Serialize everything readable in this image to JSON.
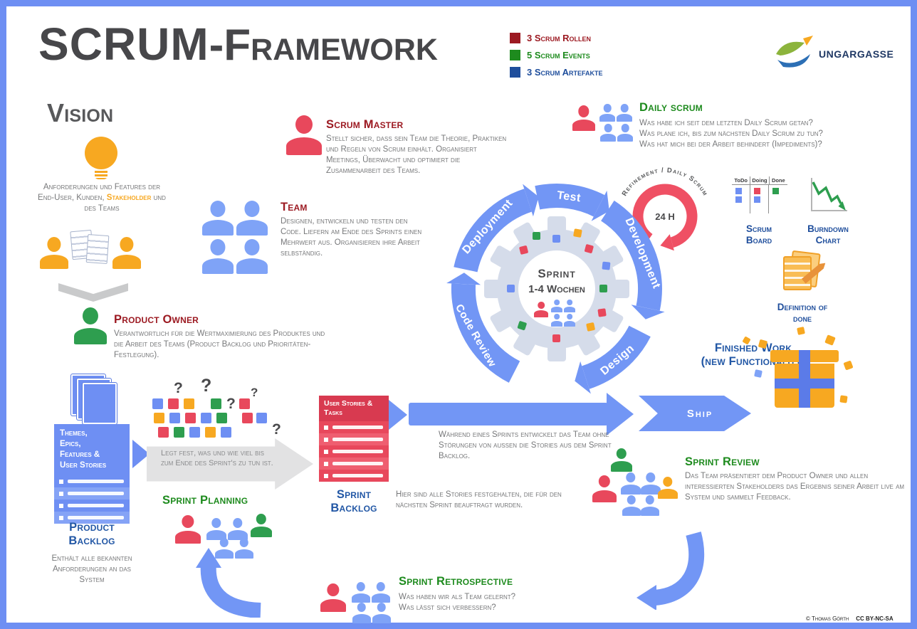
{
  "header": {
    "title_main": "SCRUM",
    "title_sub": "-Framework",
    "legend": [
      {
        "label": "3 Scrum Rollen",
        "color": "#9C1A22"
      },
      {
        "label": "5 Scrum Events",
        "color": "#1E8B1E"
      },
      {
        "label": "3 Scrum Artefakte",
        "color": "#1F4E9C"
      }
    ],
    "logo_text": "UNGARGASSE"
  },
  "vision": {
    "title": "Vision",
    "text_pre": "Anforderungen und Features der End-User, Kunden, ",
    "text_em": "Stakeholder",
    "text_post": " und des Teams"
  },
  "roles": {
    "product_owner": {
      "title": "Product Owner",
      "text": "Verantwortlich für die Wertmaximierung des Produktes und die Arbeit des Teams (Product Backlog und Prioritäten-Festlegung)."
    },
    "scrum_master": {
      "title": "Scrum Master",
      "text": "Stellt sicher, dass sein Team die Theorie, Praktiken und Regeln von Scrum einhält. Organisiert Meetings, Überwacht und optimiert die Zusammenarbeit des Teams."
    },
    "team": {
      "title": "Team",
      "text": "Designen, entwickeln und testen den Code. Liefern am Ende des Sprints einen Mehrwert aus. Organisieren ihre Arbeit selbständig."
    }
  },
  "daily_scrum": {
    "title": "Daily scrum",
    "q1": "Was habe ich seit dem letzten Daily Scrum getan?",
    "q2": "Was plane ich, bis zum nächsten Daily Scrum zu tun?",
    "q3": "Was hat mich bei der Arbeit behindert (Impediments)?"
  },
  "refinement": {
    "arc_label": "Refinement / Daily Scrum",
    "center_label": "24 H"
  },
  "scrum_board": {
    "columns": [
      "ToDo",
      "Doing",
      "Done"
    ],
    "label": "Scrum Board"
  },
  "burndown": {
    "label": "Burndown Chart"
  },
  "definition_of_done": {
    "label": "Definition of done"
  },
  "sprint_cycle": {
    "phases": [
      "Deployment",
      "Test",
      "Development",
      "Design",
      "Code Review"
    ],
    "center_line1": "Sprint",
    "center_line2": "1-4 Wochen"
  },
  "flow": {
    "sprint_text": "Während eines Sprints entwickelt das Team ohne Störungen von aussen die Stories aus dem Sprint Backlog.",
    "ship_label": "Ship"
  },
  "finished_work": {
    "line1": "Finished Work",
    "line2": "(new Functionality)"
  },
  "product_backlog": {
    "box_lines": [
      "Themes,",
      "Epics,",
      "Features &",
      "User Stories"
    ],
    "title": "Product Backlog",
    "text": "Enthält alle bekannten Anforderungen an das System"
  },
  "sprint_planning": {
    "qmark": "?",
    "arrow_text": "Legt fest, was und wie viel bis zum Ende des Sprint's zu tun ist.",
    "title": "Sprint Planning"
  },
  "sprint_backlog": {
    "box_header": "User Stories & Tasks",
    "title": "Sprint Backlog",
    "text": "Hier sind alle Stories festgehalten, die für den nächsten Sprint beauftragt wurden."
  },
  "sprint_review": {
    "title": "Sprint Review",
    "text": "Das Team präsentiert dem Product Owner und allen interessierten Stakeholders das Ergebnis seiner Arbeit live am System und sammelt Feedback."
  },
  "sprint_retrospective": {
    "title": "Sprint Retrospective",
    "q1": "Was haben wir als Team gelernt?",
    "q2": "Was lässt sich verbessern?"
  },
  "footer": {
    "credit": "© Thomas Görth",
    "license": "CC BY-NC-SA"
  },
  "colors": {
    "frame_blue": "#6E8FF3",
    "role_red": "#9C1A22",
    "event_green": "#1E8B1E",
    "artefact_blue": "#1F4E9C",
    "arrow_red": "#EF5064",
    "orange": "#F7A821"
  }
}
